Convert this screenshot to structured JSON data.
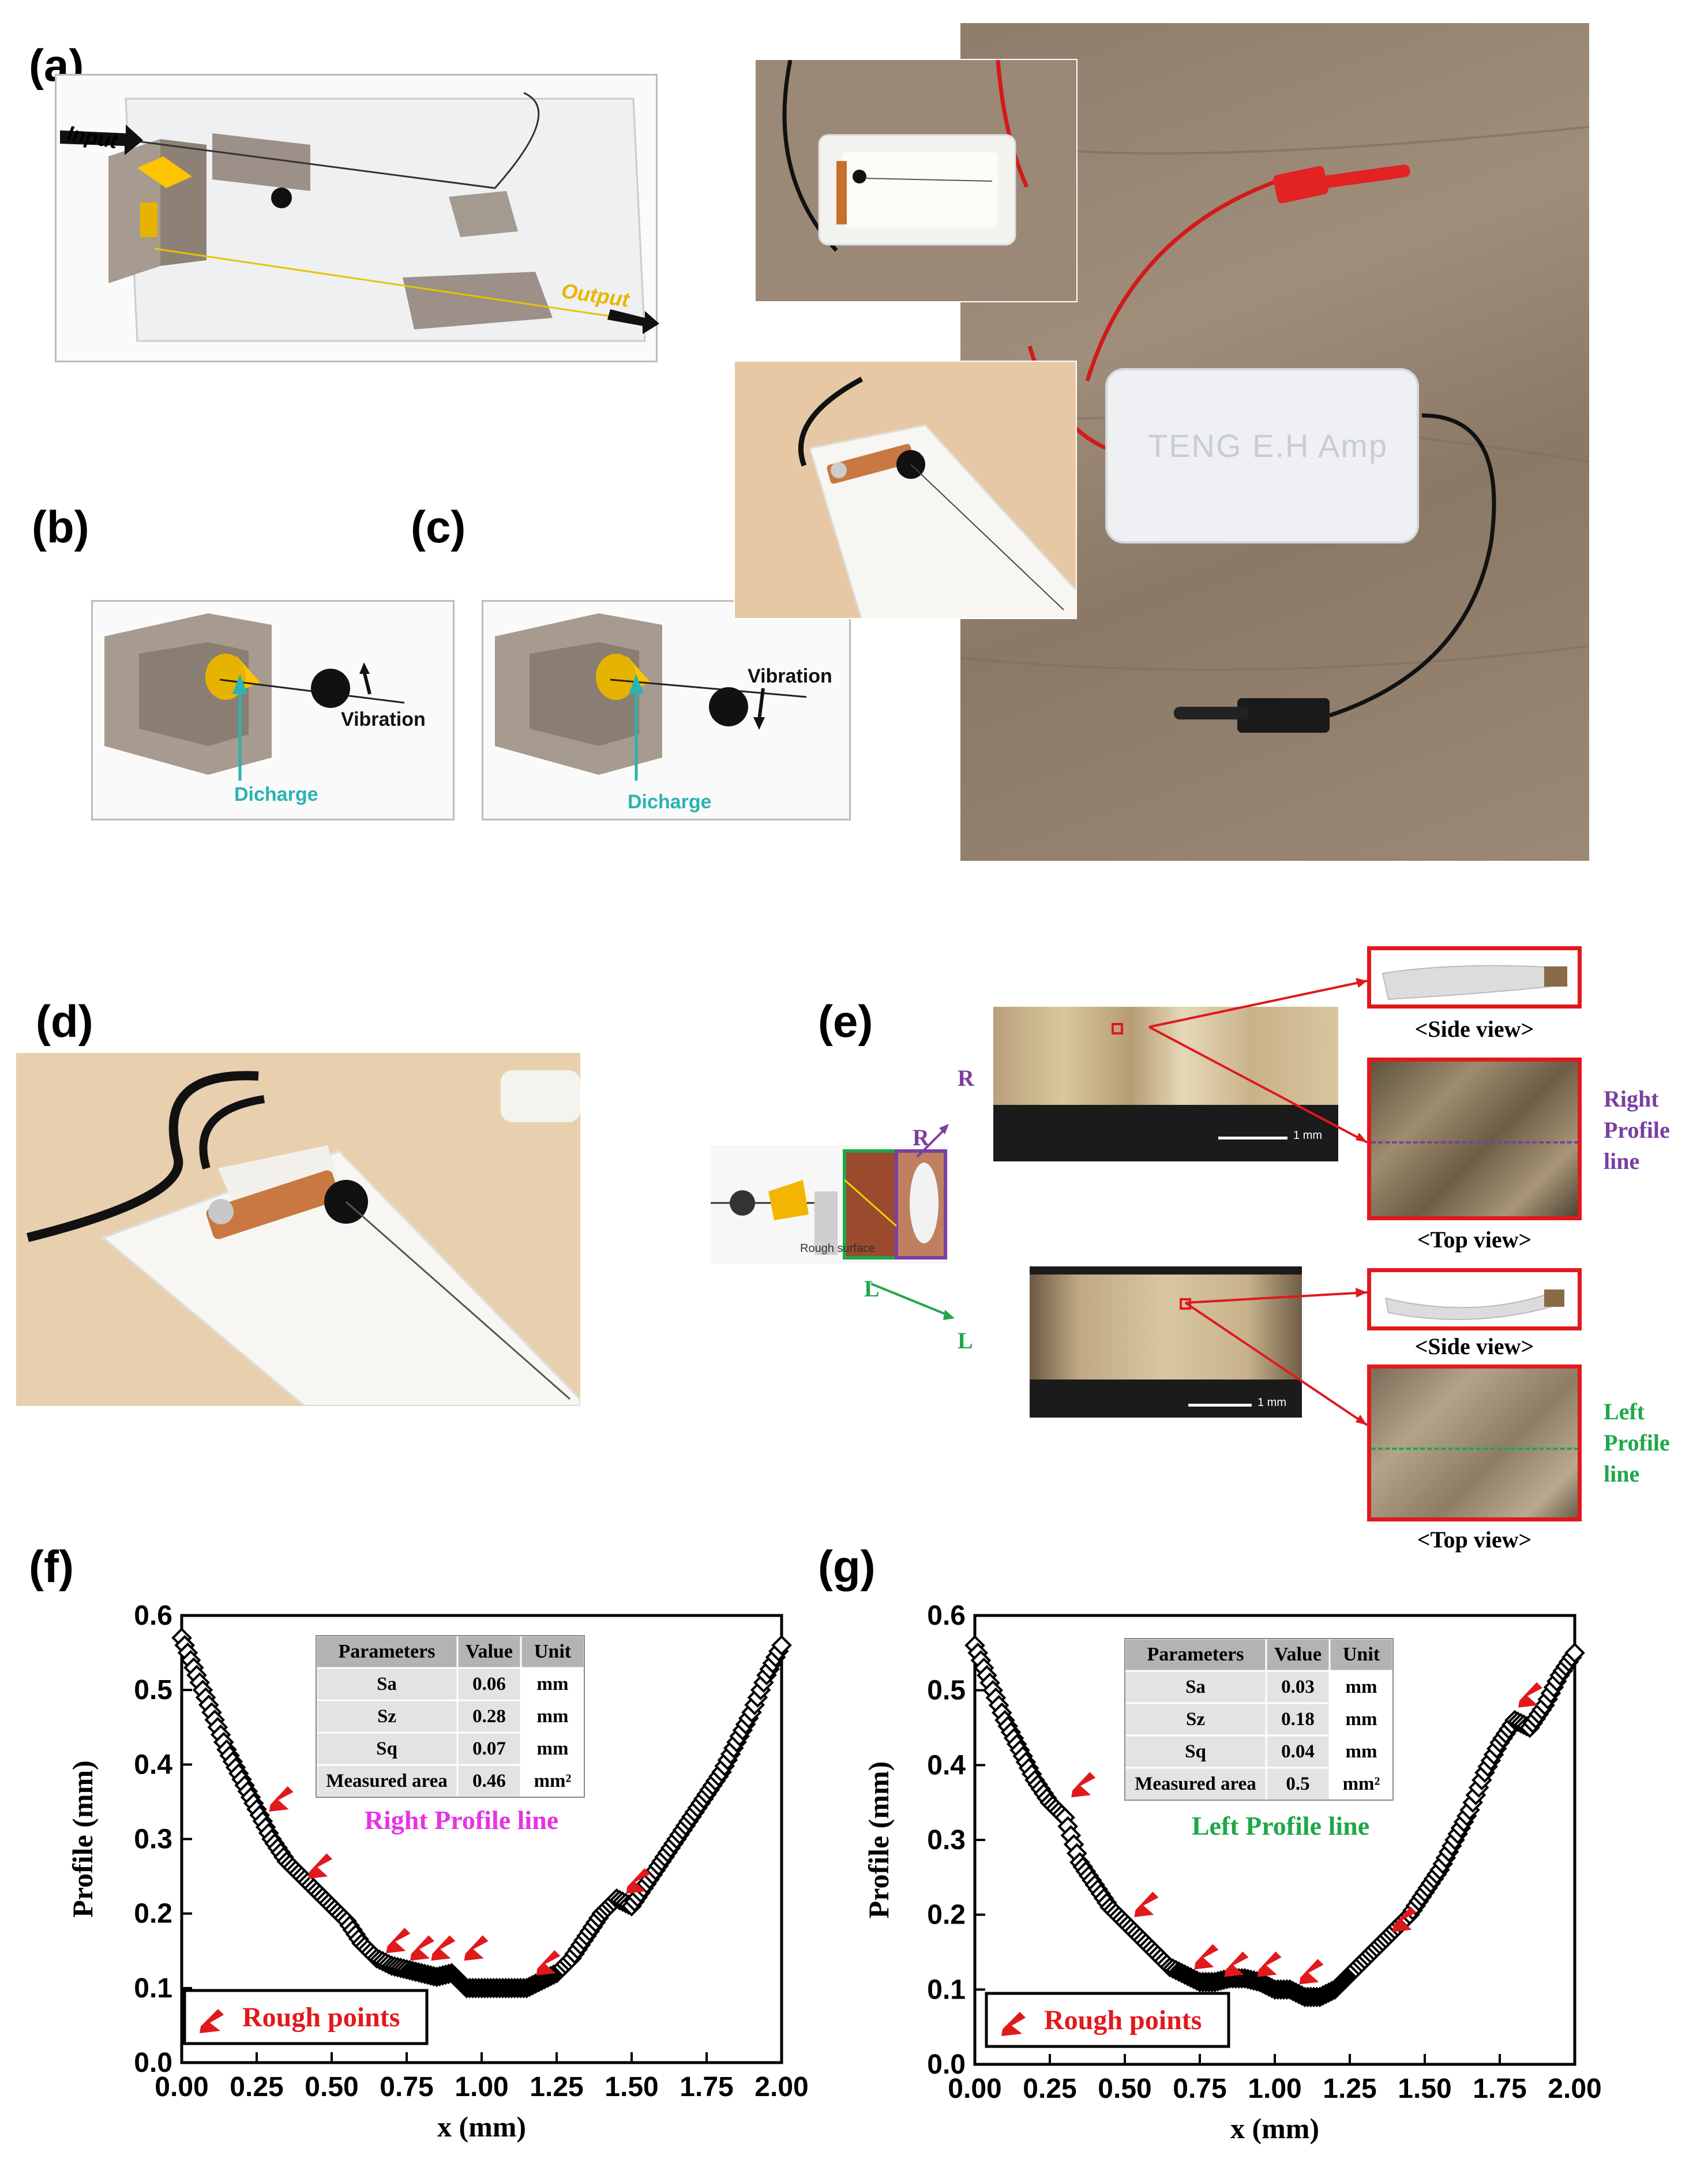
{
  "panels": {
    "a": "(a)",
    "b": "(b)",
    "c": "(c)",
    "d": "(d)",
    "e": "(e)",
    "f": "(f)",
    "g": "(g)"
  },
  "panel_a": {
    "input_label": "Input",
    "output_label": "Output"
  },
  "panel_b": {
    "vibration_label": "Vibration",
    "discharge_label": "Dicharge"
  },
  "panel_c": {
    "vibration_label": "Vibration",
    "discharge_label": "Dicharge"
  },
  "device_photo": {
    "box_text": "TENG E.H Amp"
  },
  "panel_e": {
    "r_label": "R",
    "l_label": "L",
    "rough_surface": "Rough surface",
    "scale_bar": "1 mm",
    "side_view": "<Side view>",
    "top_view": "<Top view>",
    "right_profile_label": "Right\nProfile\nline",
    "left_profile_label": "Left\nProfile\nline",
    "right_profile_lines": [
      "Right",
      "Profile",
      "line"
    ],
    "left_profile_lines": [
      "Left",
      "Profile",
      "line"
    ]
  },
  "colors": {
    "right": "#7a3fa0",
    "left": "#1fa74a",
    "red": "#e0191d",
    "teal": "#2ab3b1",
    "yellow": "#f2b600",
    "magenta": "#e632e6"
  },
  "chart_data": [
    {
      "type": "scatter",
      "panel": "f",
      "xlabel": "x (mm)",
      "ylabel": "Profile (mm)",
      "xlim": [
        0,
        2.0
      ],
      "ylim": [
        0,
        0.6
      ],
      "xticks": [
        "0.00",
        "0.25",
        "0.50",
        "0.75",
        "1.00",
        "1.25",
        "1.50",
        "1.75",
        "2.00"
      ],
      "yticks": [
        "0.0",
        "0.1",
        "0.2",
        "0.3",
        "0.4",
        "0.5",
        "0.6"
      ],
      "annotation": "Right Profile line",
      "legend": "Rough points",
      "table": {
        "headers": [
          "Parameters",
          "Value",
          "Unit"
        ],
        "rows": [
          [
            "Sa",
            "0.06",
            "mm"
          ],
          [
            "Sz",
            "0.28",
            "mm"
          ],
          [
            "Sq",
            "0.07",
            "mm"
          ],
          [
            "Measured area",
            "0.46",
            "mm²"
          ]
        ]
      },
      "profile": [
        [
          0.0,
          0.57
        ],
        [
          0.05,
          0.52
        ],
        [
          0.1,
          0.47
        ],
        [
          0.15,
          0.42
        ],
        [
          0.2,
          0.38
        ],
        [
          0.25,
          0.34
        ],
        [
          0.3,
          0.3
        ],
        [
          0.35,
          0.27
        ],
        [
          0.4,
          0.25
        ],
        [
          0.45,
          0.23
        ],
        [
          0.5,
          0.21
        ],
        [
          0.55,
          0.19
        ],
        [
          0.6,
          0.16
        ],
        [
          0.65,
          0.14
        ],
        [
          0.7,
          0.13
        ],
        [
          0.75,
          0.125
        ],
        [
          0.8,
          0.12
        ],
        [
          0.85,
          0.115
        ],
        [
          0.9,
          0.12
        ],
        [
          0.95,
          0.1
        ],
        [
          1.0,
          0.1
        ],
        [
          1.05,
          0.1
        ],
        [
          1.1,
          0.1
        ],
        [
          1.15,
          0.1
        ],
        [
          1.2,
          0.11
        ],
        [
          1.25,
          0.12
        ],
        [
          1.3,
          0.14
        ],
        [
          1.35,
          0.17
        ],
        [
          1.4,
          0.2
        ],
        [
          1.45,
          0.22
        ],
        [
          1.5,
          0.21
        ],
        [
          1.55,
          0.24
        ],
        [
          1.6,
          0.27
        ],
        [
          1.65,
          0.3
        ],
        [
          1.7,
          0.33
        ],
        [
          1.75,
          0.36
        ],
        [
          1.8,
          0.39
        ],
        [
          1.85,
          0.43
        ],
        [
          1.9,
          0.47
        ],
        [
          1.95,
          0.52
        ],
        [
          2.0,
          0.56
        ]
      ],
      "rough_points": [
        [
          0.33,
          0.36
        ],
        [
          0.46,
          0.27
        ],
        [
          0.72,
          0.17
        ],
        [
          0.8,
          0.16
        ],
        [
          0.87,
          0.16
        ],
        [
          0.98,
          0.16
        ],
        [
          1.22,
          0.14
        ],
        [
          1.52,
          0.25
        ]
      ]
    },
    {
      "type": "scatter",
      "panel": "g",
      "xlabel": "x (mm)",
      "ylabel": "Profile (mm)",
      "xlim": [
        0,
        2.0
      ],
      "ylim": [
        0,
        0.6
      ],
      "xticks": [
        "0.00",
        "0.25",
        "0.50",
        "0.75",
        "1.00",
        "1.25",
        "1.50",
        "1.75",
        "2.00"
      ],
      "yticks": [
        "0.0",
        "0.1",
        "0.2",
        "0.3",
        "0.4",
        "0.5",
        "0.6"
      ],
      "annotation": "Left Profile line",
      "legend": "Rough points",
      "table": {
        "headers": [
          "Parameters",
          "Value",
          "Unit"
        ],
        "rows": [
          [
            "Sa",
            "0.03",
            "mm"
          ],
          [
            "Sz",
            "0.18",
            "mm"
          ],
          [
            "Sq",
            "0.04",
            "mm"
          ],
          [
            "Measured area",
            "0.5",
            "mm²"
          ]
        ]
      },
      "profile": [
        [
          0.0,
          0.56
        ],
        [
          0.05,
          0.51
        ],
        [
          0.1,
          0.46
        ],
        [
          0.15,
          0.42
        ],
        [
          0.2,
          0.38
        ],
        [
          0.25,
          0.35
        ],
        [
          0.3,
          0.33
        ],
        [
          0.35,
          0.27
        ],
        [
          0.4,
          0.24
        ],
        [
          0.45,
          0.21
        ],
        [
          0.5,
          0.19
        ],
        [
          0.55,
          0.17
        ],
        [
          0.6,
          0.15
        ],
        [
          0.65,
          0.13
        ],
        [
          0.7,
          0.12
        ],
        [
          0.75,
          0.11
        ],
        [
          0.8,
          0.11
        ],
        [
          0.85,
          0.115
        ],
        [
          0.9,
          0.115
        ],
        [
          0.95,
          0.11
        ],
        [
          1.0,
          0.1
        ],
        [
          1.05,
          0.1
        ],
        [
          1.1,
          0.09
        ],
        [
          1.15,
          0.09
        ],
        [
          1.2,
          0.1
        ],
        [
          1.25,
          0.12
        ],
        [
          1.3,
          0.14
        ],
        [
          1.35,
          0.16
        ],
        [
          1.4,
          0.18
        ],
        [
          1.45,
          0.2
        ],
        [
          1.5,
          0.23
        ],
        [
          1.55,
          0.26
        ],
        [
          1.6,
          0.3
        ],
        [
          1.65,
          0.34
        ],
        [
          1.7,
          0.39
        ],
        [
          1.75,
          0.43
        ],
        [
          1.8,
          0.46
        ],
        [
          1.85,
          0.45
        ],
        [
          1.9,
          0.48
        ],
        [
          1.95,
          0.52
        ],
        [
          2.0,
          0.55
        ]
      ],
      "rough_points": [
        [
          0.36,
          0.38
        ],
        [
          0.57,
          0.22
        ],
        [
          0.77,
          0.15
        ],
        [
          0.87,
          0.14
        ],
        [
          0.98,
          0.14
        ],
        [
          1.12,
          0.13
        ],
        [
          1.43,
          0.2
        ],
        [
          1.85,
          0.5
        ]
      ]
    }
  ]
}
